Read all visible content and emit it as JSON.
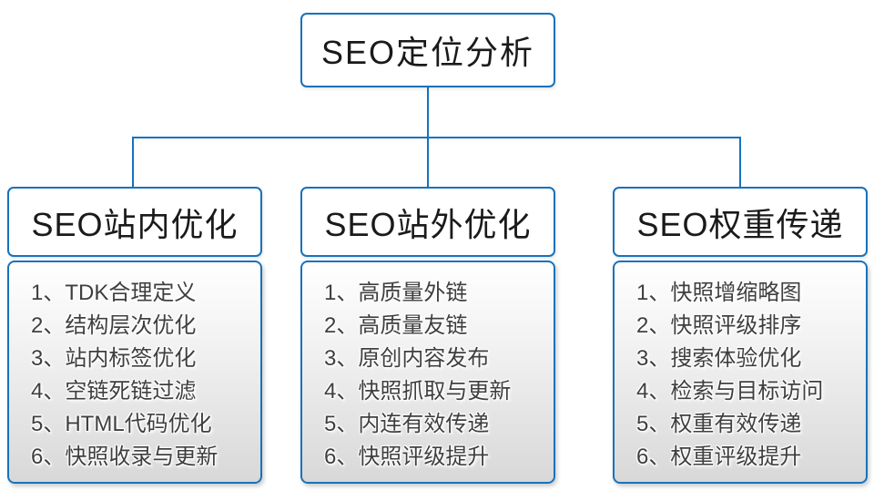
{
  "diagram": {
    "root_title": "SEO定位分析",
    "columns": [
      {
        "title": "SEO站内优化",
        "items": [
          "1、TDK合理定义",
          "2、结构层次优化",
          "3、站内标签优化",
          "4、空链死链过滤",
          "5、HTML代码优化",
          "6、快照收录与更新"
        ]
      },
      {
        "title": "SEO站外优化",
        "items": [
          "1、高质量外链",
          "2、高质量友链",
          "3、原创内容发布",
          "4、快照抓取与更新",
          "5、内连有效传递",
          "6、快照评级提升"
        ]
      },
      {
        "title": "SEO权重传递",
        "items": [
          "1、快照增缩略图",
          "2、快照评级排序",
          "3、搜索体验优化",
          "4、检索与目标访问",
          "5、权重有效传递",
          "6、权重评级提升"
        ]
      }
    ]
  },
  "colors": {
    "accent": "#1772bc",
    "panel-top": "#ffffff",
    "panel-bottom": "#d8d8d8",
    "item-text": "#3f3f3f",
    "title-text": "#1a1a1a"
  }
}
